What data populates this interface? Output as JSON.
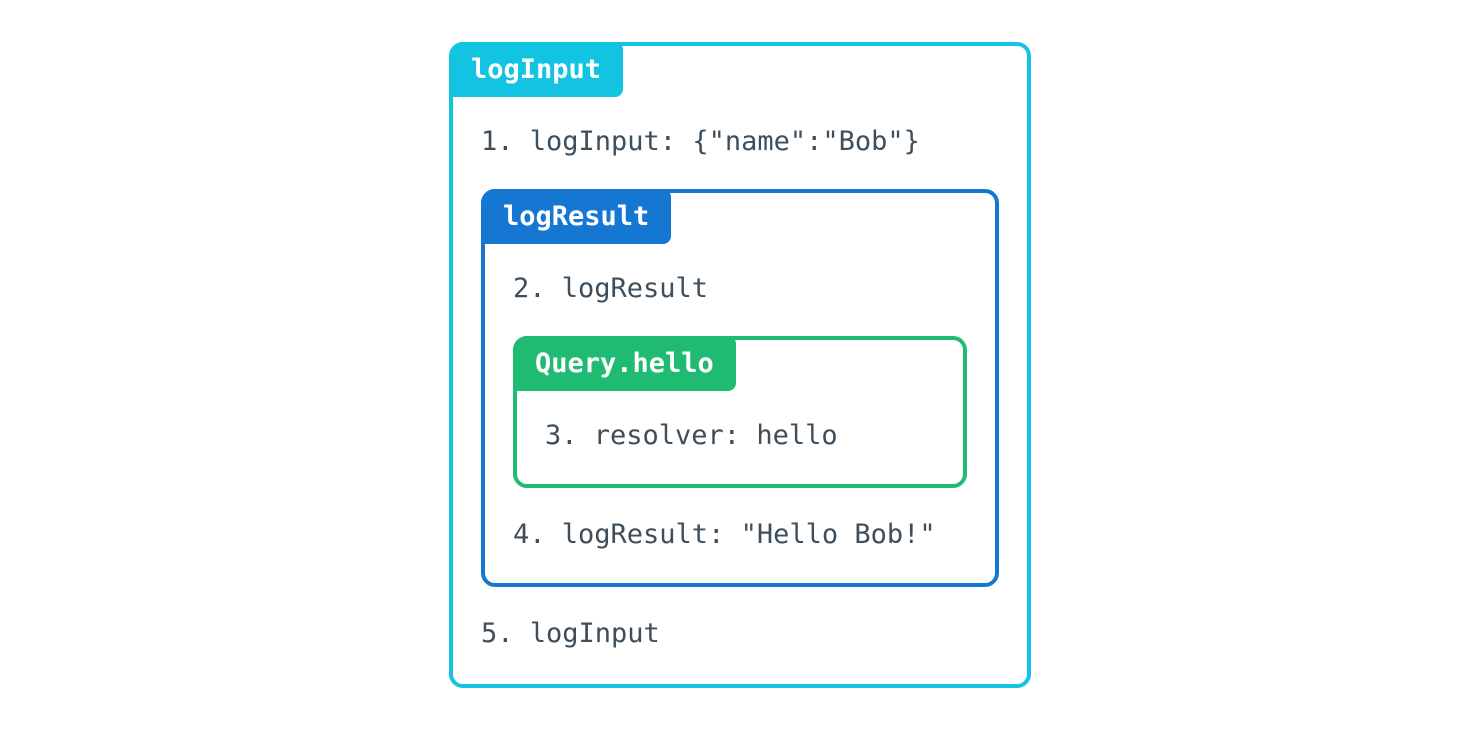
{
  "diagram": {
    "background": "#FFFFFF",
    "text_color": "#3E4F5B",
    "logInput": {
      "label": "logInput",
      "color": "#13C4E2",
      "line_enter": "1. logInput: {\"name\":\"Bob\"}",
      "line_exit": "5. logInput"
    },
    "logResult": {
      "label": "logResult",
      "color": "#1577D2",
      "line_enter": "2. logResult",
      "line_exit": "4. logResult: \"Hello Bob!\""
    },
    "queryHello": {
      "label": "Query.hello",
      "color": "#20BB73",
      "line_enter": "3. resolver: hello"
    }
  }
}
